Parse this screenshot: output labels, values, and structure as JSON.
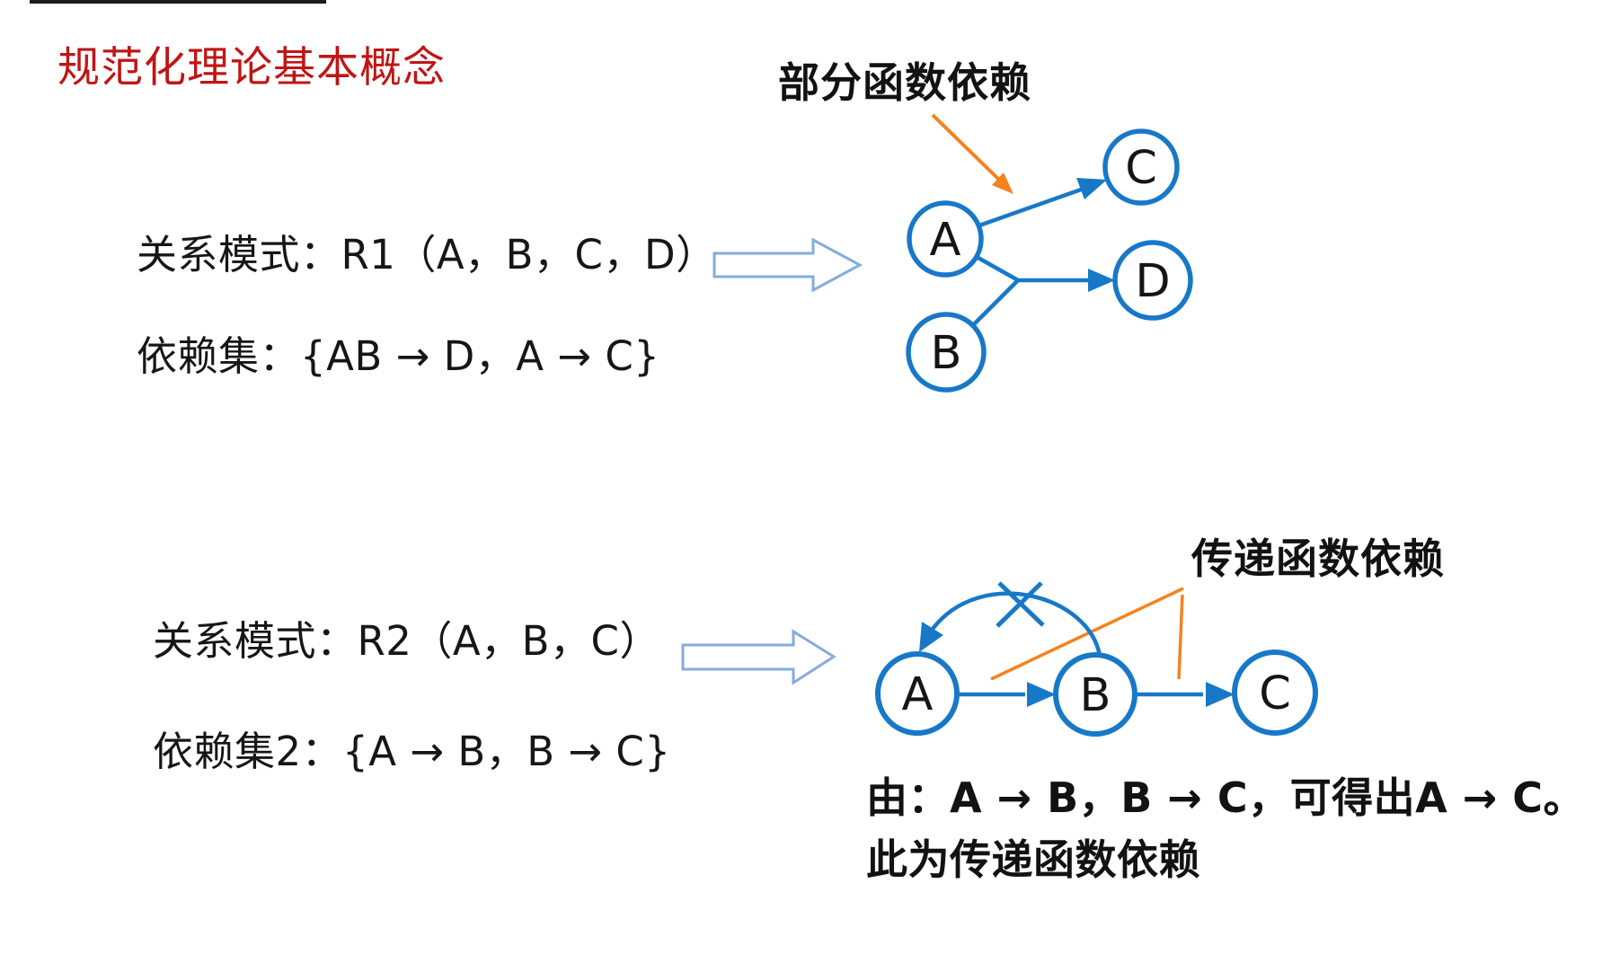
{
  "title": "规范化理论基本概念",
  "colors": {
    "title_red": "#c01515",
    "diagram_blue": "#1878c8",
    "callout_orange": "#f5821f",
    "block_arrow_blue": "#85acdc",
    "text_black": "#161616"
  },
  "example1": {
    "schema_text": "关系模式：R1（A，B，C，D）",
    "dependency_text": "依赖集：{AB → D，A → C}",
    "annotation": "部分函数依赖",
    "nodes": [
      {
        "label": "A"
      },
      {
        "label": "B"
      },
      {
        "label": "C"
      },
      {
        "label": "D"
      }
    ],
    "edges": [
      "A → C",
      "AB → D"
    ]
  },
  "example2": {
    "schema_text": "关系模式：R2（A，B，C）",
    "dependency_text": "依赖集2：{A → B，B → C}",
    "annotation": "传递函数依赖",
    "nodes": [
      {
        "label": "A"
      },
      {
        "label": "B"
      },
      {
        "label": "C"
      }
    ],
    "edges": [
      "A → B",
      "B → C"
    ],
    "conclusion_line1": "由：A → B，B → C，可得出A → C。",
    "conclusion_line2": "此为传递函数依赖"
  }
}
